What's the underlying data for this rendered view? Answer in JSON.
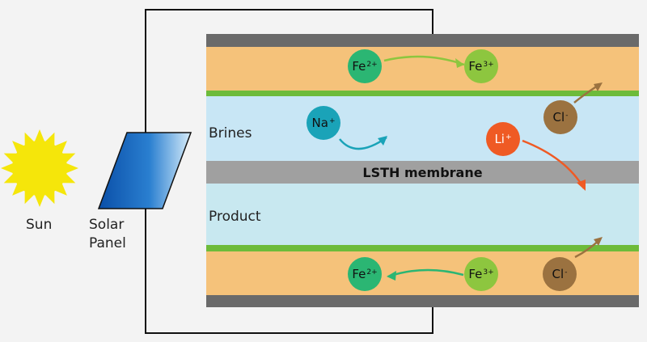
{
  "labels": {
    "sun": "Sun",
    "solar_panel_line1": "Solar",
    "solar_panel_line2": "Panel",
    "brines": "Brines",
    "product": "Product",
    "membrane": "LSTH membrane"
  },
  "ions": {
    "fe2_top": {
      "base": "Fe",
      "charge": "2+"
    },
    "fe3_top": {
      "base": "Fe",
      "charge": "3+"
    },
    "na": {
      "base": "Na",
      "charge": "+"
    },
    "li": {
      "base": "Li",
      "charge": "+"
    },
    "cl_top": {
      "base": "Cl",
      "charge": "-"
    },
    "fe2_bottom": {
      "base": "Fe",
      "charge": "2+"
    },
    "fe3_bottom": {
      "base": "Fe",
      "charge": "3+"
    },
    "cl_bottom": {
      "base": "Cl",
      "charge": "-"
    }
  },
  "colors": {
    "background": "#f3f3f3",
    "electrode": "#f5c27a",
    "brine": "#c8e6f5",
    "product": "#c8e8f0",
    "membrane": "#a0a0a0",
    "cap": "#6a6a6a",
    "green_strip": "#6dbb3a",
    "fe2": "#2bb673",
    "fe3": "#8dc63f",
    "na": "#1aa3b8",
    "li": "#ef5a24",
    "cl": "#9b7240",
    "sun": "#f5e60a",
    "wire": "#111111"
  }
}
